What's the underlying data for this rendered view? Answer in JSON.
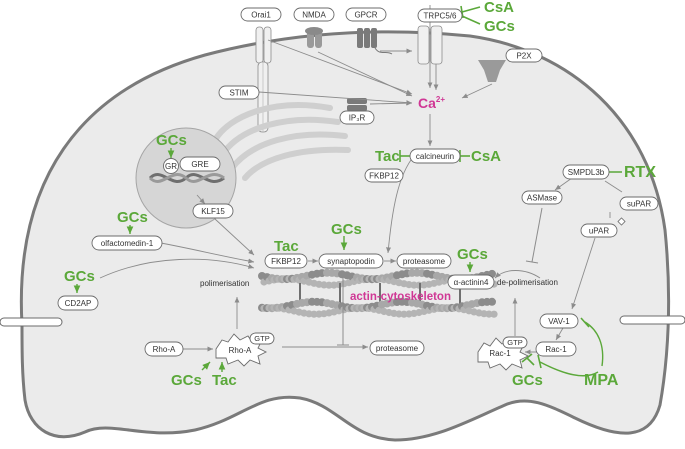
{
  "diagram": {
    "ion": {
      "base": "Ca",
      "sup": "2+"
    },
    "actin_label": "actin-cytoskeleton",
    "labels": {
      "orai1": "Orai1",
      "nmda": "NMDA",
      "gpcr": "GPCR",
      "trpc": "TRPC5/6",
      "p2x": "P2X",
      "stim": "STIM",
      "ip3r": "IP₃R",
      "gr": "GR",
      "gre": "GRE",
      "klf15": "KLF15",
      "calcineurin": "calcineurin",
      "fkbp12_top": "FKBP12",
      "fkbp12": "FKBP12",
      "smpdl3b": "SMPDL3b",
      "asmase": "ASMase",
      "supar": "suPAR",
      "upar": "uPAR",
      "olfactomedin": "olfactomedin-1",
      "cd2ap": "CD2AP",
      "synaptopodin": "synaptopodin",
      "proteasome_top": "proteasome",
      "proteasome_bottom": "proteasome",
      "actinin4": "α-actinin4",
      "polimerisation": "polimerisation",
      "depolimerisation": "de-polimerisation",
      "rhoa_box": "Rho-A",
      "rhoa_star": "Rho-A",
      "gtp_left": "GTP",
      "gtp_right": "GTP",
      "vav1": "VAV-1",
      "rac1_box": "Rac-1",
      "rac1_star": "Rac-1"
    },
    "drugs": {
      "csa_top": "CsA",
      "gcs_top": "GCs",
      "gcs_nucleus": "GCs",
      "tac_calc": "Tac",
      "csa_calc": "CsA",
      "rtx": "RTX",
      "gcs_olf": "GCs",
      "gcs_cd2ap": "GCs",
      "tac_fkbp": "Tac",
      "gcs_synapto": "GCs",
      "gcs_actinin": "GCs",
      "gcs_rho": "GCs",
      "tac_rho": "Tac",
      "gcs_rac": "GCs",
      "mpa": "MPA"
    },
    "colors": {
      "drug_green": "#5ba83a",
      "calcium_magenta": "#d03795",
      "cell_fill": "#ebebeb",
      "cell_border": "#7a7a7a"
    }
  }
}
